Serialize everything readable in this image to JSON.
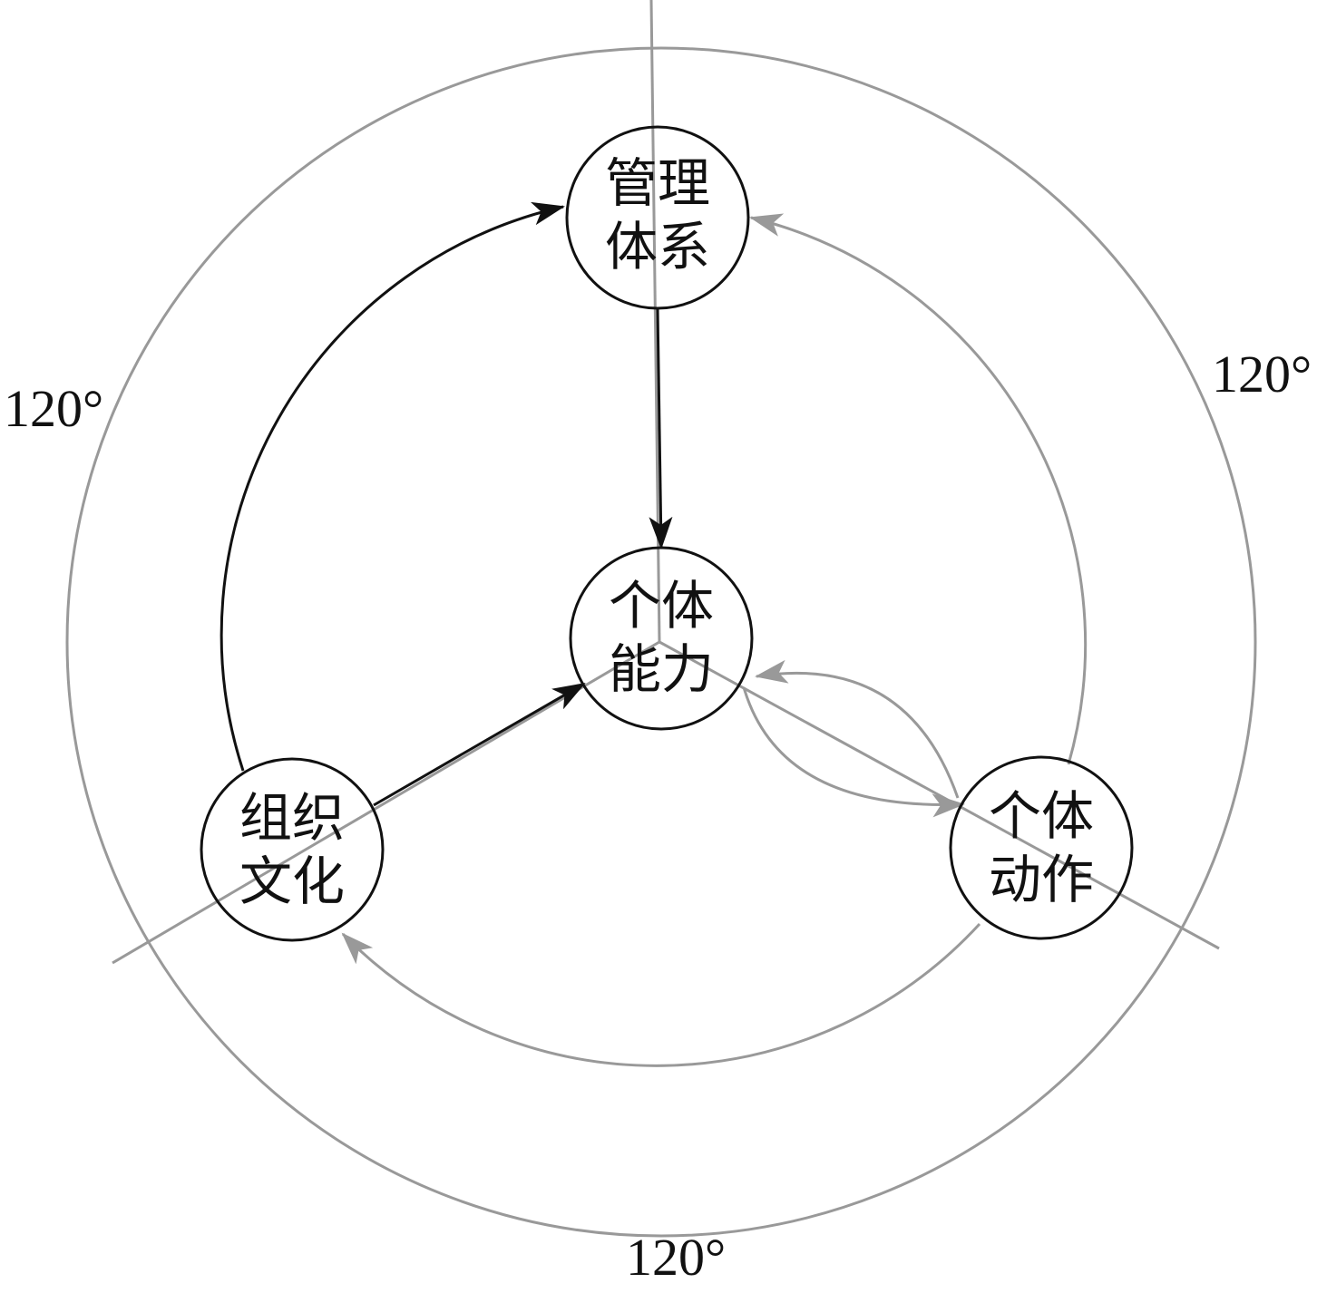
{
  "nodes": {
    "management": {
      "line1": "管理",
      "line2": "体系"
    },
    "ability": {
      "line1": "个体",
      "line2": "能力"
    },
    "culture": {
      "line1": "组织",
      "line2": "文化"
    },
    "action": {
      "line1": "个体",
      "line2": "动作"
    }
  },
  "angles": {
    "left": "120°",
    "right": "120°",
    "bottom": "120°"
  },
  "colors": {
    "primary": "#111111",
    "secondary": "#999999"
  }
}
